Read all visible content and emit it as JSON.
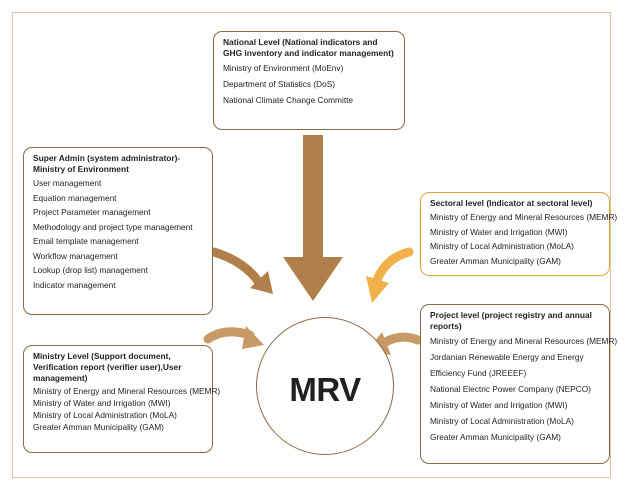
{
  "national": {
    "title": "National Level (National indicators and GHG inventory and indicator management)",
    "items": [
      "Ministry of Environment (MoEnv)",
      "Department of Statistics (DoS)",
      "National Climate Change Committe"
    ]
  },
  "super_admin": {
    "title": "Super Admin (system administrator)-Ministry of Environment",
    "items": [
      "User management",
      "Equation management",
      "Project Parameter management",
      "Methodology and project type management",
      "Email template management",
      "Workflow management",
      "Lookup (drop list) management",
      "Indicator management"
    ]
  },
  "sectoral": {
    "title": "Sectoral level (Indicator at sectoral level)",
    "items": [
      "Ministry of Energy and Mineral Resources (MEMR)",
      "Ministry of Water and Irrigation (MWI)",
      "Ministry of Local Administration (MoLA)",
      "Greater Amman Municipality (GAM)"
    ]
  },
  "project": {
    "title": "Project level (project registry and annual reports)",
    "items": [
      "Ministry of Energy and Mineral Resources (MEMR)",
      "Jordanian Renewable Energy and Energy",
      "Efficiency Fund (JREEEF)",
      "National Electric Power Company (NEPCO)",
      "Ministry of Water and Irrigation (MWI)",
      "Ministry of Local Administration (MoLA)",
      "Greater Amman Municipality (GAM)"
    ]
  },
  "ministry": {
    "title": "Ministry Level (Support document, Verification report (verifier user),User management)",
    "items": [
      "Ministry of Energy and Mineral Resources (MEMR)",
      "Ministry of Water and Irrigation (MWI)",
      "Ministry of Local Administration (MoLA)",
      "Greater Amman Municipality (GAM)"
    ]
  },
  "center": {
    "label": "MRV"
  },
  "colors": {
    "brown_arrow": "#b17f4a",
    "gold_arrow": "#f0b04a",
    "box_border": "#8b6a44",
    "gold_border": "#e3a53b"
  }
}
